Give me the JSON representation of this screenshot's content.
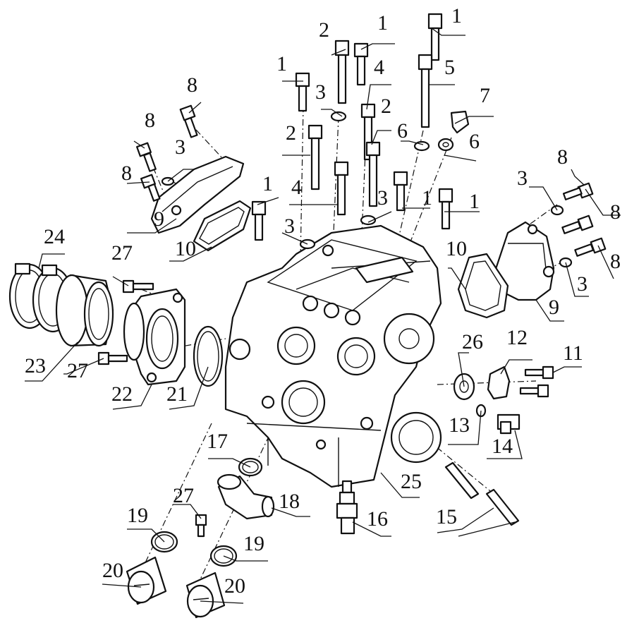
{
  "callouts": [
    {
      "id": "c01",
      "text": "1"
    },
    {
      "id": "c02",
      "text": "1"
    },
    {
      "id": "c03",
      "text": "1"
    },
    {
      "id": "c04",
      "text": "1"
    },
    {
      "id": "c05",
      "text": "1"
    },
    {
      "id": "c06",
      "text": "1"
    },
    {
      "id": "c07",
      "text": "2"
    },
    {
      "id": "c08",
      "text": "2"
    },
    {
      "id": "c09",
      "text": "2"
    },
    {
      "id": "c10",
      "text": "3"
    },
    {
      "id": "c11",
      "text": "3"
    },
    {
      "id": "c12",
      "text": "3"
    },
    {
      "id": "c13",
      "text": "3"
    },
    {
      "id": "c14",
      "text": "3"
    },
    {
      "id": "c15",
      "text": "3"
    },
    {
      "id": "c16",
      "text": "4"
    },
    {
      "id": "c17",
      "text": "4"
    },
    {
      "id": "c18",
      "text": "5"
    },
    {
      "id": "c19",
      "text": "6"
    },
    {
      "id": "c20",
      "text": "6"
    },
    {
      "id": "c21",
      "text": "7"
    },
    {
      "id": "c22",
      "text": "8"
    },
    {
      "id": "c23",
      "text": "8"
    },
    {
      "id": "c24",
      "text": "8"
    },
    {
      "id": "c25",
      "text": "8"
    },
    {
      "id": "c26",
      "text": "8"
    },
    {
      "id": "c27",
      "text": "8"
    },
    {
      "id": "c28",
      "text": "9"
    },
    {
      "id": "c29",
      "text": "9"
    },
    {
      "id": "c30",
      "text": "10"
    },
    {
      "id": "c31",
      "text": "10"
    },
    {
      "id": "c32",
      "text": "11"
    },
    {
      "id": "c33",
      "text": "12"
    },
    {
      "id": "c34",
      "text": "13"
    },
    {
      "id": "c35",
      "text": "14"
    },
    {
      "id": "c36",
      "text": "15"
    },
    {
      "id": "c37",
      "text": "16"
    },
    {
      "id": "c38",
      "text": "17"
    },
    {
      "id": "c39",
      "text": "18"
    },
    {
      "id": "c40",
      "text": "19"
    },
    {
      "id": "c41",
      "text": "19"
    },
    {
      "id": "c42",
      "text": "20"
    },
    {
      "id": "c43",
      "text": "20"
    },
    {
      "id": "c44",
      "text": "21"
    },
    {
      "id": "c45",
      "text": "22"
    },
    {
      "id": "c46",
      "text": "23"
    },
    {
      "id": "c47",
      "text": "24"
    },
    {
      "id": "c48",
      "text": "25"
    },
    {
      "id": "c49",
      "text": "26"
    },
    {
      "id": "c50",
      "text": "27"
    },
    {
      "id": "c51",
      "text": "27"
    },
    {
      "id": "c52",
      "text": "27"
    }
  ]
}
